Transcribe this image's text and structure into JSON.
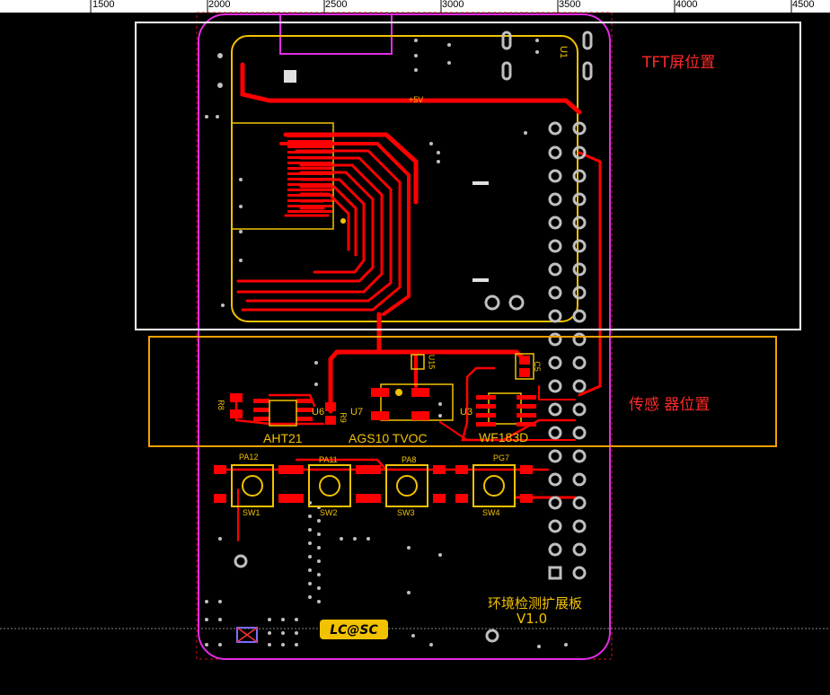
{
  "ruler": {
    "ticks": [
      "1500",
      "2000",
      "2500",
      "3000",
      "3500",
      "4000",
      "4500"
    ]
  },
  "regions": {
    "tft": "TFT屏位置",
    "sensor": "传感 器位置"
  },
  "designators": {
    "u1": "U1",
    "u6": "U6",
    "u7": "U7",
    "u3": "U3",
    "u15": "U15",
    "r8": "R8",
    "r9": "R9",
    "c5": "C5",
    "sw1": "SW1",
    "sw2": "SW2",
    "sw3": "SW3",
    "sw4": "SW4"
  },
  "part_labels": {
    "aht21": "AHT21",
    "ags10": "AGS10 TVOC",
    "wf183d": "WF183D"
  },
  "net_labels": {
    "pa12": "PA12",
    "pa11": "PA11",
    "pa8": "PA8",
    "pg7": "PG7",
    "plus5v": "+5V"
  },
  "board": {
    "title": "环境检测扩展板",
    "version": "V1.0",
    "logo": "LC@SC"
  },
  "colors": {
    "background": "#000000",
    "board_outline": "#e52be5",
    "top_layer": "#ff0000",
    "silkscreen": "#f2c200",
    "region_box_tft": "#ffffff",
    "region_box_sensor": "#f2a100",
    "region_text": "#ff2a2a"
  }
}
